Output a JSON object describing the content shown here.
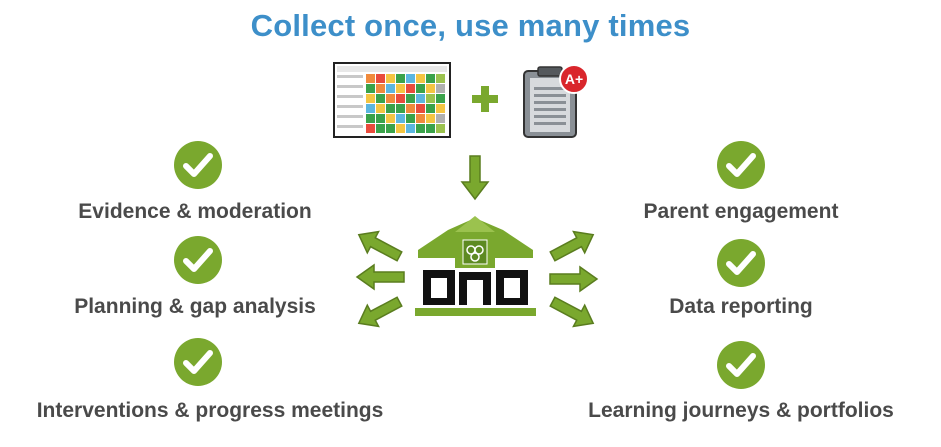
{
  "title": "Collect once, use many times",
  "colors": {
    "title": "#3d8fc9",
    "accent_green": "#7aa82e",
    "text": "#4a4a4a"
  },
  "icons": {
    "spreadsheet": "spreadsheet-icon",
    "plus": "plus-icon",
    "clipboard": "clipboard-grade-icon",
    "down_arrow": "down-arrow-icon",
    "school": "school-building-icon",
    "check": "checkmark-icon"
  },
  "clipboard_grade": "A+",
  "left_items": [
    "Evidence & moderation",
    "Planning & gap analysis",
    "Interventions & progress meetings"
  ],
  "right_items": [
    "Parent engagement",
    "Data reporting",
    "Learning journeys & portfolios"
  ]
}
